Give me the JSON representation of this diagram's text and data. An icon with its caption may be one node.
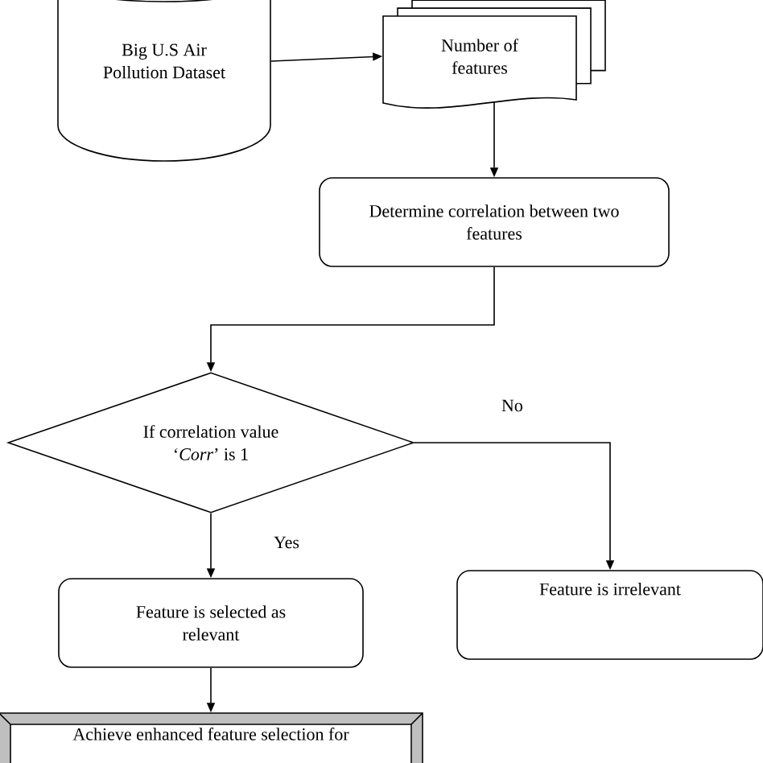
{
  "diagram": {
    "nodes": [
      {
        "text": [
          "Big U.S Air Pollution Dataset"
        ]
      },
      {
        "text": [
          "Number of features"
        ]
      },
      {
        "text": [
          "Determine correlation between two features"
        ]
      },
      {
        "text": [
          "If correlation value ‘*Corr*’ is 1"
        ]
      },
      {
        "text": [
          "Feature is selected as relevant"
        ]
      },
      {
        "text": [
          "Feature is irrelevant"
        ]
      },
      {
        "text": [
          "Achieve enhanced feature selection for"
        ]
      }
    ],
    "edges": [
      {
        "from": 0,
        "to": 1,
        "arrow": "to"
      },
      {
        "from": 1,
        "to": 2,
        "arrow": "to"
      },
      {
        "from": 2,
        "to": 3,
        "arrow": "to"
      },
      {
        "from": 3,
        "to": 4,
        "arrow": "to",
        "label": "Yes"
      },
      {
        "from": 3,
        "to": 5,
        "arrow": "to",
        "label": "No"
      },
      {
        "from": 4,
        "to": 6,
        "arrow": "to"
      }
    ]
  }
}
